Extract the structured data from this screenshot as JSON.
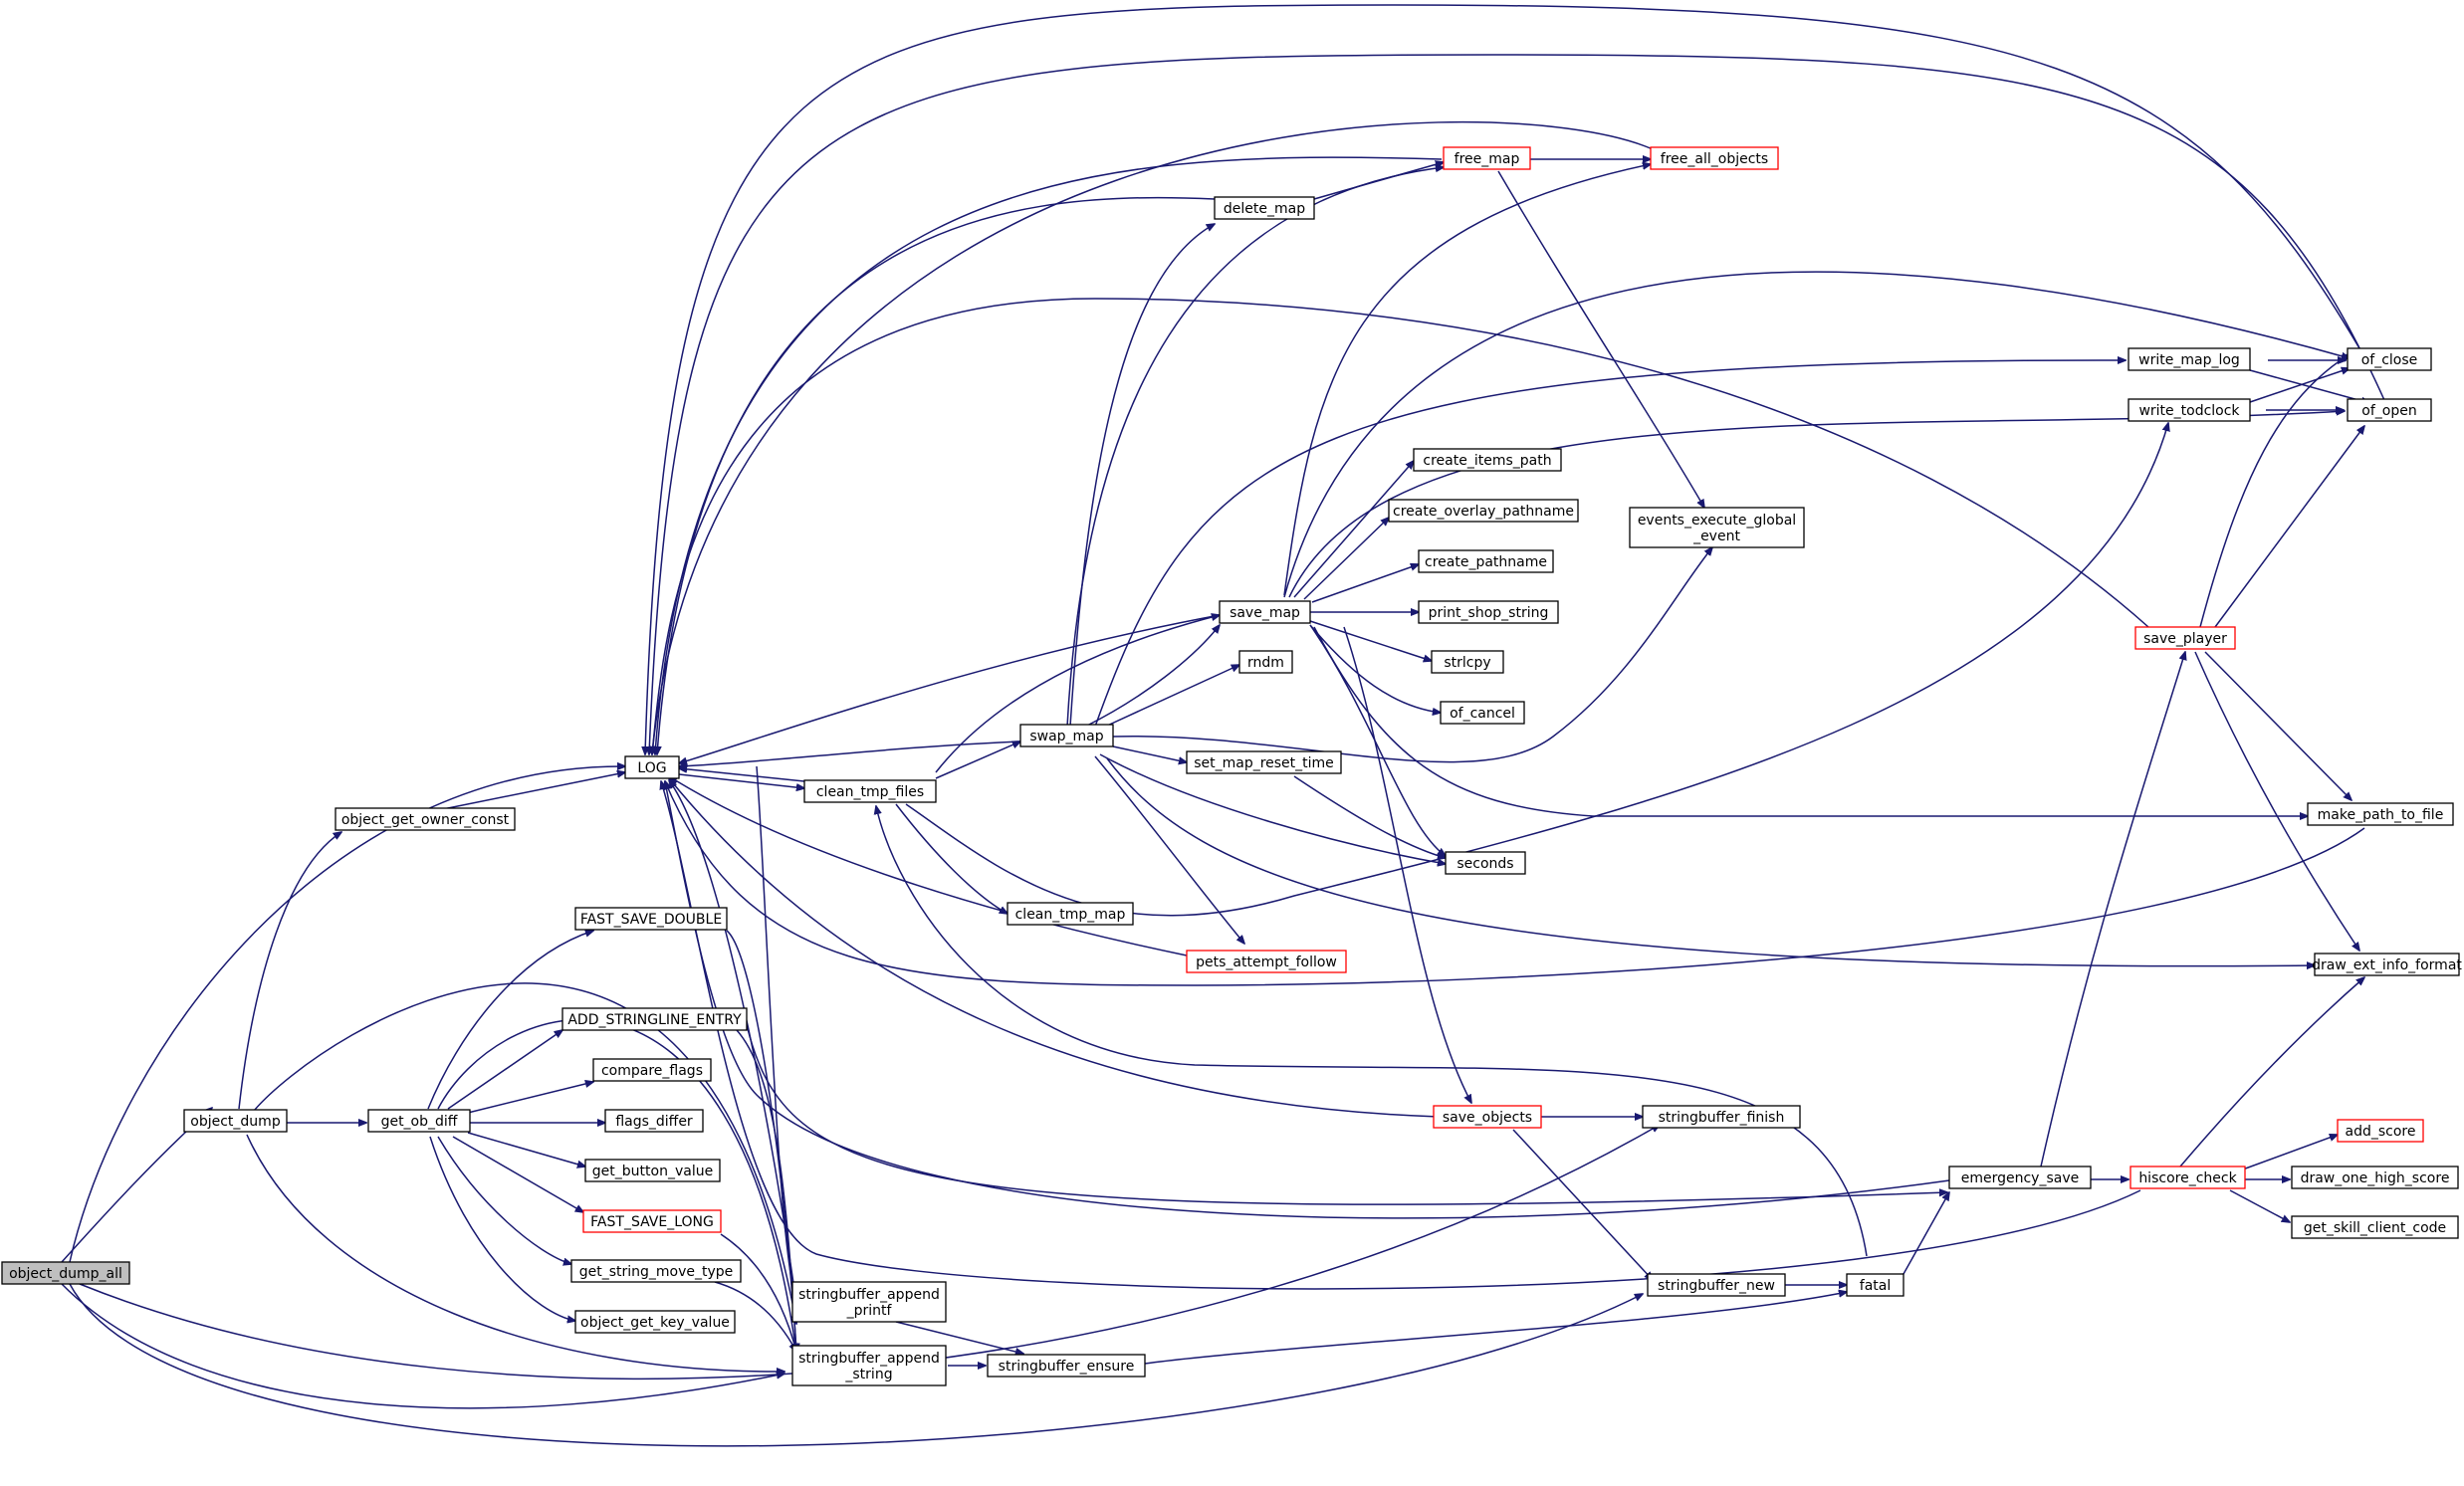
{
  "colors": {
    "edge": "#191970",
    "node_border": "#000000",
    "truncated_border": "#ff0000",
    "root_fill": "#bfbfbf"
  },
  "nodes": {
    "object_dump_all": {
      "label": [
        "object_dump_all"
      ],
      "root": true
    },
    "object_dump": {
      "label": [
        "object_dump"
      ]
    },
    "LOG": {
      "label": [
        "LOG"
      ]
    },
    "object_get_owner_const": {
      "label": [
        "object_get_owner_const"
      ]
    },
    "get_ob_diff": {
      "label": [
        "get_ob_diff"
      ]
    },
    "FAST_SAVE_DOUBLE": {
      "label": [
        "FAST_SAVE_DOUBLE"
      ]
    },
    "ADD_STRINGLINE_ENTRY": {
      "label": [
        "ADD_STRINGLINE_ENTRY"
      ]
    },
    "compare_flags": {
      "label": [
        "compare_flags"
      ]
    },
    "flags_differ": {
      "label": [
        "flags_differ"
      ]
    },
    "get_button_value": {
      "label": [
        "get_button_value"
      ]
    },
    "FAST_SAVE_LONG": {
      "label": [
        "FAST_SAVE_LONG"
      ],
      "red": true
    },
    "get_string_move_type": {
      "label": [
        "get_string_move_type"
      ]
    },
    "object_get_key_value": {
      "label": [
        "object_get_key_value"
      ]
    },
    "stringbuffer_append_printf": {
      "label": [
        "stringbuffer_append",
        "_printf"
      ]
    },
    "stringbuffer_append_string": {
      "label": [
        "stringbuffer_append",
        "_string"
      ]
    },
    "stringbuffer_ensure": {
      "label": [
        "stringbuffer_ensure"
      ]
    },
    "clean_tmp_files": {
      "label": [
        "clean_tmp_files"
      ]
    },
    "clean_tmp_map": {
      "label": [
        "clean_tmp_map"
      ]
    },
    "swap_map": {
      "label": [
        "swap_map"
      ]
    },
    "delete_map": {
      "label": [
        "delete_map"
      ]
    },
    "free_map": {
      "label": [
        "free_map"
      ],
      "red": true
    },
    "free_all_objects": {
      "label": [
        "free_all_objects"
      ],
      "red": true
    },
    "save_map": {
      "label": [
        "save_map"
      ]
    },
    "rndm": {
      "label": [
        "rndm"
      ]
    },
    "set_map_reset_time": {
      "label": [
        "set_map_reset_time"
      ]
    },
    "pets_attempt_follow": {
      "label": [
        "pets_attempt_follow"
      ],
      "red": true
    },
    "create_items_path": {
      "label": [
        "create_items_path"
      ]
    },
    "create_overlay_pathname": {
      "label": [
        "create_overlay_pathname"
      ]
    },
    "create_pathname": {
      "label": [
        "create_pathname"
      ]
    },
    "print_shop_string": {
      "label": [
        "print_shop_string"
      ]
    },
    "strlcpy": {
      "label": [
        "strlcpy"
      ]
    },
    "of_cancel": {
      "label": [
        "of_cancel"
      ]
    },
    "seconds": {
      "label": [
        "seconds"
      ]
    },
    "events_execute_global_event": {
      "label": [
        "events_execute_global",
        "_event"
      ]
    },
    "save_objects": {
      "label": [
        "save_objects"
      ],
      "red": true
    },
    "stringbuffer_finish": {
      "label": [
        "stringbuffer_finish"
      ]
    },
    "stringbuffer_new": {
      "label": [
        "stringbuffer_new"
      ]
    },
    "fatal": {
      "label": [
        "fatal"
      ]
    },
    "emergency_save": {
      "label": [
        "emergency_save"
      ]
    },
    "hiscore_check": {
      "label": [
        "hiscore_check"
      ],
      "red": true
    },
    "save_player": {
      "label": [
        "save_player"
      ],
      "red": true
    },
    "write_map_log": {
      "label": [
        "write_map_log"
      ]
    },
    "write_todclock": {
      "label": [
        "write_todclock"
      ]
    },
    "of_close": {
      "label": [
        "of_close"
      ]
    },
    "of_open": {
      "label": [
        "of_open"
      ]
    },
    "make_path_to_file": {
      "label": [
        "make_path_to_file"
      ]
    },
    "draw_ext_info_format": {
      "label": [
        "draw_ext_info_format"
      ]
    },
    "add_score": {
      "label": [
        "add_score"
      ],
      "red": true
    },
    "draw_one_high_score": {
      "label": [
        "draw_one_high_score"
      ]
    },
    "get_skill_client_code": {
      "label": [
        "get_skill_client_code"
      ]
    }
  }
}
